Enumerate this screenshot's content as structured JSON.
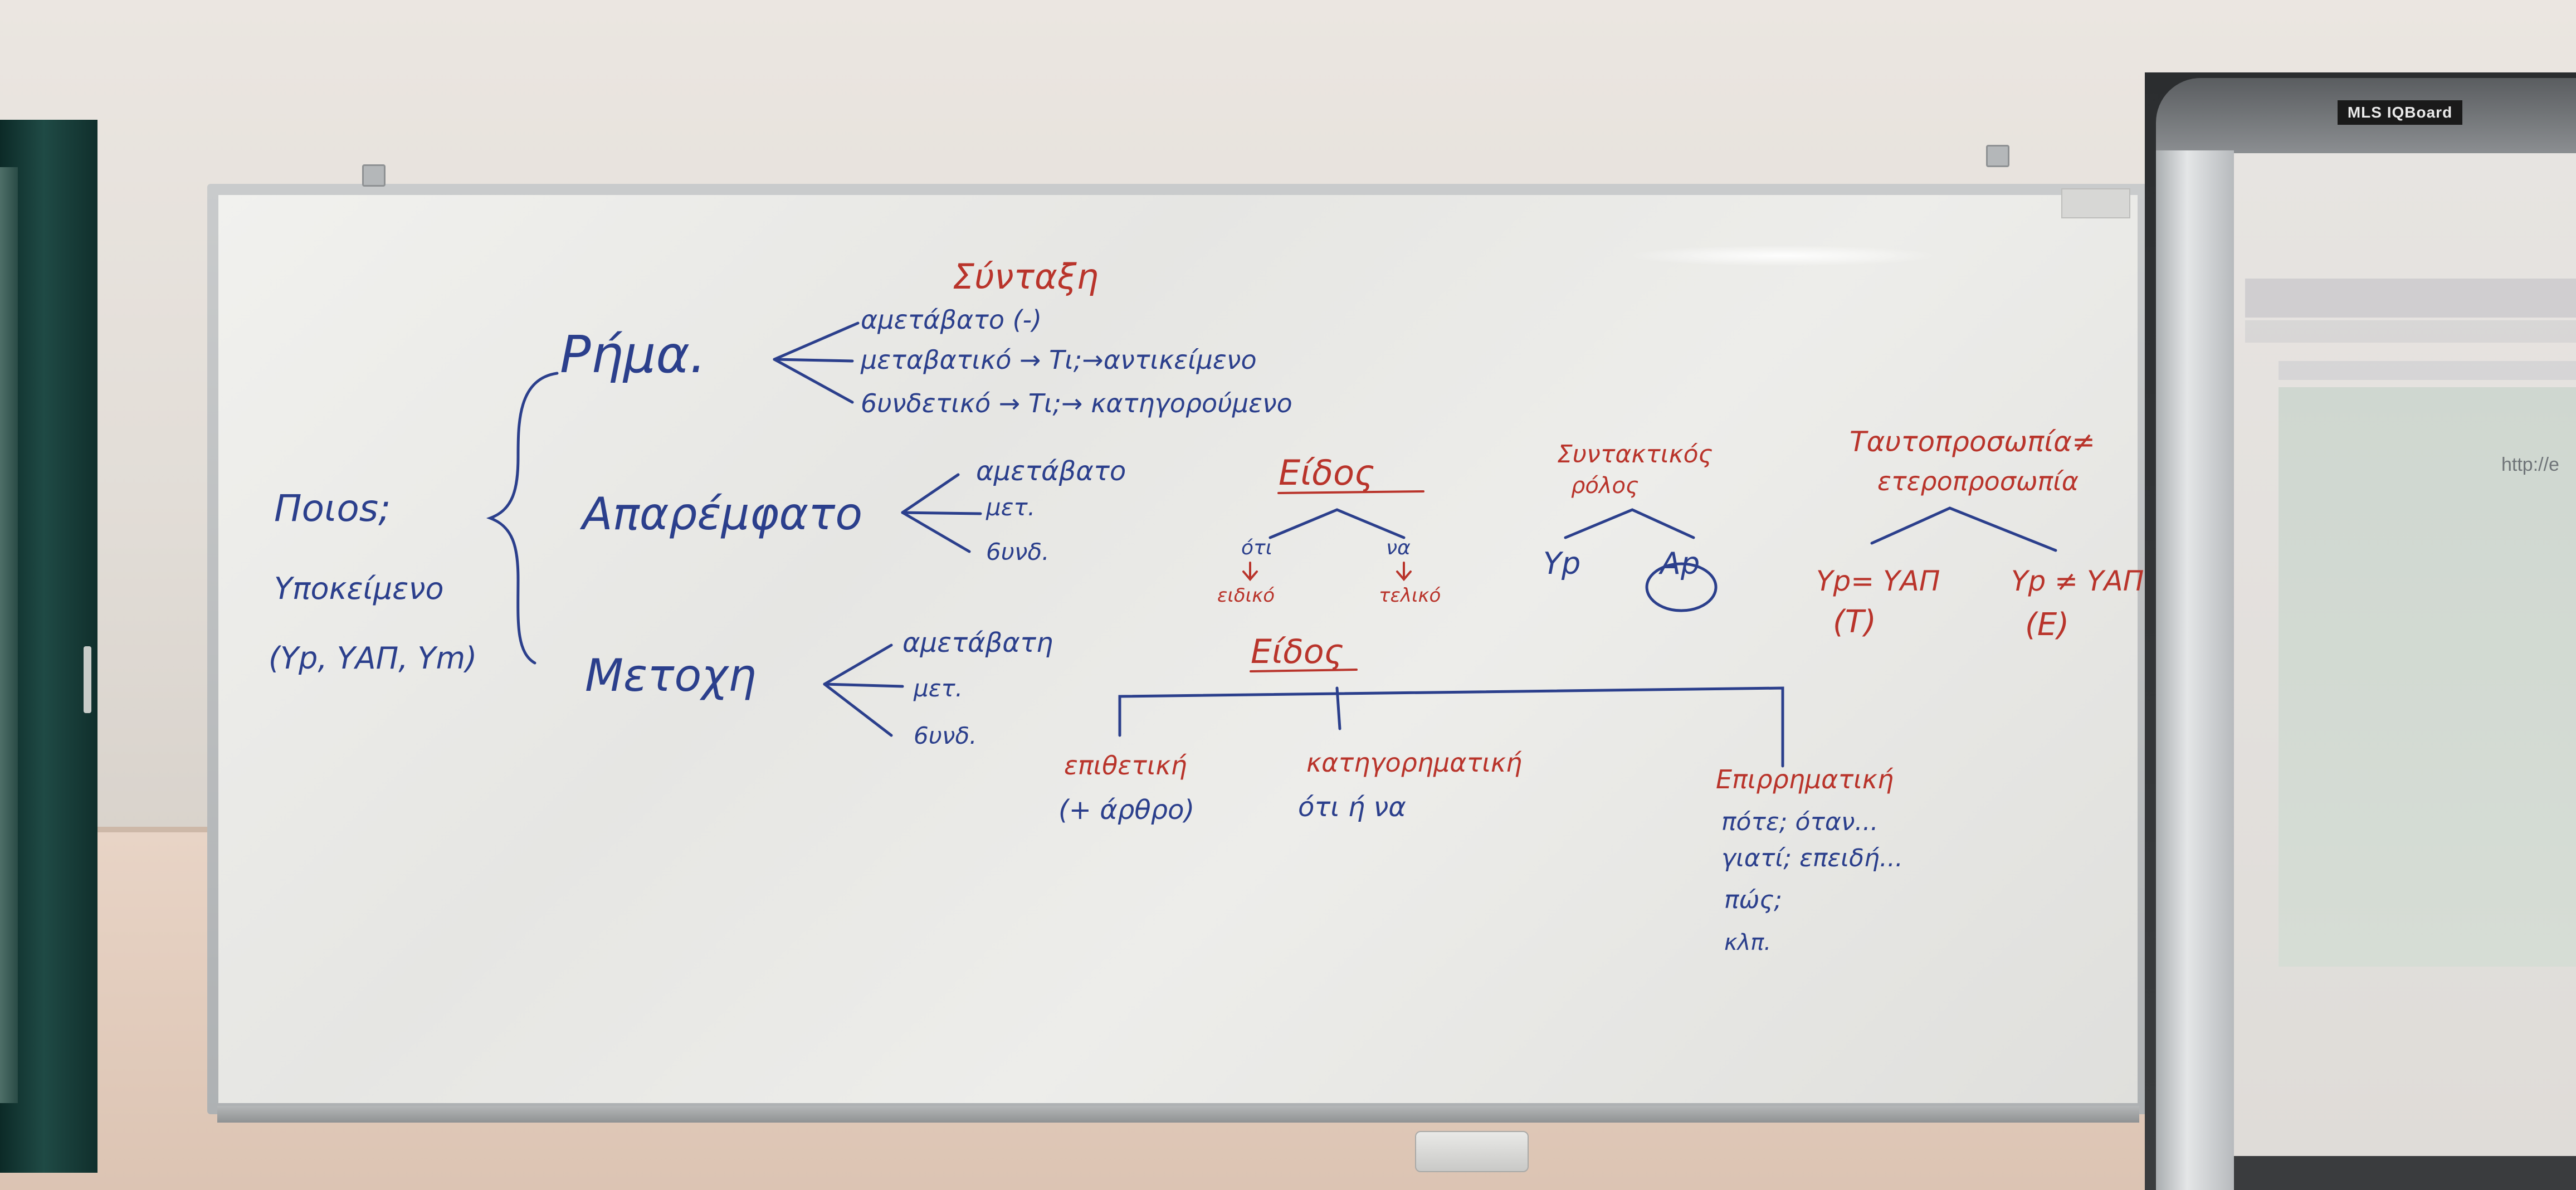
{
  "board_brand": "MLS IQBoard",
  "screen_url_fragment": "http://e",
  "colors": {
    "blue_marker": "#2b3f8c",
    "red_marker": "#b9342b",
    "board": "#ececea"
  },
  "left_column": {
    "question": "Ποιοs;",
    "subject": "Υποκείμενο",
    "subject_types": "(Υp, ΥΑΠ, Υm)"
  },
  "main_branches": [
    {
      "label": "Ρήμα.",
      "items": [
        "αμετάβατο (-)",
        "μεταβατικό → Τι;→αντικείμενο",
        "6υνδετικό → Τι;→ κατηγορούμενο"
      ]
    },
    {
      "label": "Απαρέμφατο",
      "items": [
        "αμετάβατο",
        "μετ.",
        "6υνδ."
      ]
    },
    {
      "label": "Μετοχη",
      "items": [
        "αμετάβατη",
        "μετ.",
        "6υνδ."
      ]
    }
  ],
  "syntax_header": "Σύνταξη",
  "eidos_infinitive": {
    "title": "Είδος",
    "left_word": "ότι",
    "left_label": "ειδικό",
    "right_word": "να",
    "right_label": "τελικό"
  },
  "syntactic_role": {
    "title_line1": "Συντακτικός",
    "title_line2": "ρόλος",
    "left": "Υp",
    "right": "Αp"
  },
  "identity": {
    "title_line1": "Ταυτοπροσωπία≠",
    "title_line2": "ετεροπροσωπία",
    "left_formula": "Υp= ΥΑΠ",
    "left_code": "(Τ)",
    "right_formula": "Υp ≠ ΥΑΠ",
    "right_code": "(Ε)"
  },
  "eidos_participle": {
    "title": "Είδος",
    "branches": [
      {
        "label": "επιθετική",
        "notes": [
          "(+ άρθρο)"
        ]
      },
      {
        "label": "κατηγορηματική",
        "notes": [
          "ότι ή να"
        ]
      },
      {
        "label": "Επιρρηματική",
        "notes": [
          "πότε; όταν...",
          "γιατί; επειδή...",
          "πώς;",
          "κλπ."
        ]
      }
    ]
  }
}
